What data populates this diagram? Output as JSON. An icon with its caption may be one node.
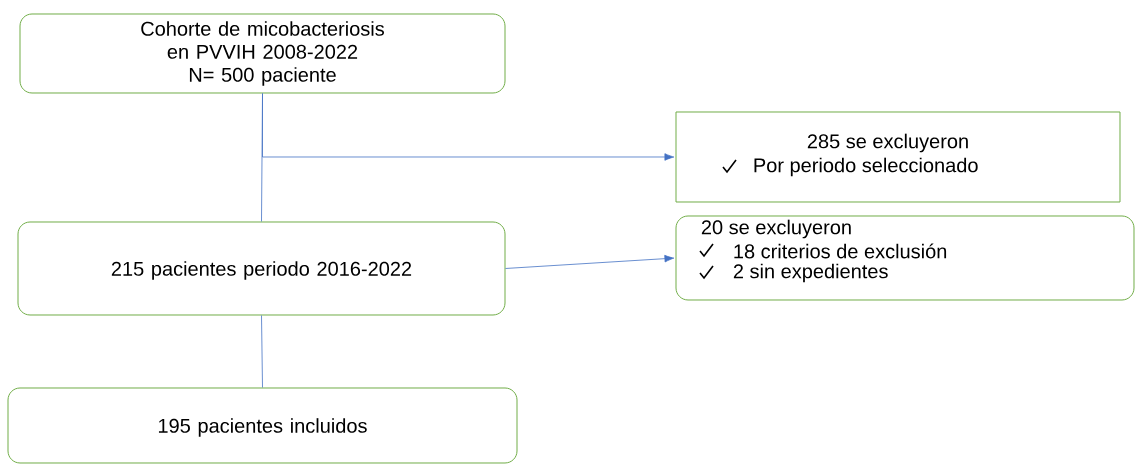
{
  "diagram": {
    "nodes": [
      {
        "text": [
          "Cohorte de micobacteriosis en PVVIH 2008-2022",
          "N= 500 paciente"
        ]
      },
      {
        "text": [
          "285 se excluyeron",
          "Por periodo seleccionado"
        ]
      },
      {
        "text": [
          "215 pacientes periodo 2016-2022"
        ]
      },
      {
        "text": [
          "20 se excluyeron",
          "18 criterios de exclusión",
          "2 sin expedientes"
        ]
      },
      {
        "text": [
          "195 pacientes incluidos"
        ]
      }
    ],
    "edges": [
      {
        "from": 0,
        "to": 2,
        "arrow": "none"
      },
      {
        "from": 0,
        "to": 1,
        "arrow": "to"
      },
      {
        "from": 2,
        "to": 3,
        "arrow": "to"
      },
      {
        "from": 2,
        "to": 4,
        "arrow": "none"
      }
    ]
  }
}
